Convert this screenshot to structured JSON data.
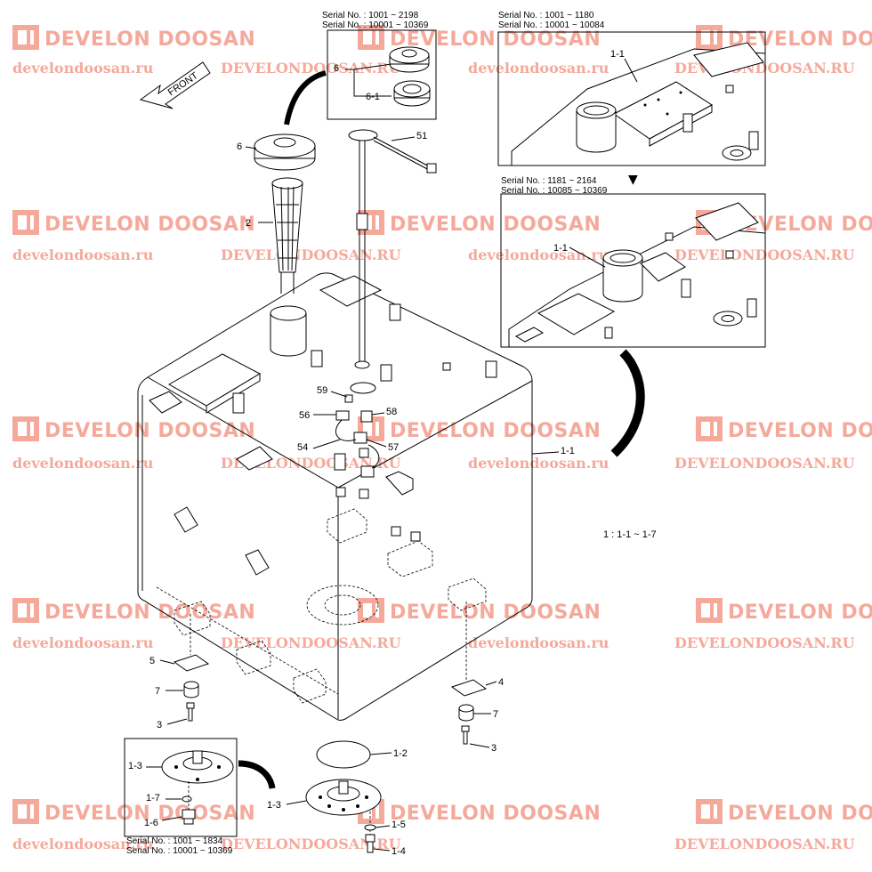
{
  "diagram": {
    "serial_boxes": {
      "top_center": [
        "Serial No. : 1001 ~ 2198",
        "Serial No. : 10001 ~ 10369"
      ],
      "top_right": [
        "Serial No. : 1001 ~ 1180",
        "Serial No. : 10001 ~ 10084"
      ],
      "mid_right": [
        "Serial No. : 1181 ~ 2164",
        "Serial No. : 10085 ~ 10369"
      ],
      "bottom_left": [
        "Serial No. : 1001 ~ 1834",
        "Serial No. : 10001 ~ 10369"
      ]
    },
    "front_label": "FRONT",
    "note": "1 : 1-1 ~ 1-7",
    "arrow_glyph": "▼",
    "callouts": {
      "c6_top": "6",
      "c6_1": "6-1",
      "c1_1_a": "1-1",
      "c1_1_b": "1-1",
      "c1_1_c": "1-1",
      "c6": "6",
      "c51": "51",
      "c2": "2",
      "c59": "59",
      "c56": "56",
      "c58": "58",
      "c54": "54",
      "c57": "57",
      "c5": "5",
      "c7_left": "7",
      "c3_left": "3",
      "c4": "4",
      "c7_right": "7",
      "c3_right": "3",
      "c1_2": "1-2",
      "c1_3_inset": "1-3",
      "c1_7": "1-7",
      "c1_6": "1-6",
      "c1_3": "1-3",
      "c1_5": "1-5",
      "c1_4": "1-4"
    }
  },
  "watermarks": {
    "brand": "DEVELON DOOSAN",
    "site_lower": "develondoosan.ru",
    "site_upper": "DEVELONDOOSAN.RU"
  },
  "colors": {
    "watermark": "#f29a8a",
    "line": "#000000"
  },
  "icons": {
    "logo": "develon-logo-icon",
    "front_arrow": "front-arrow-icon"
  }
}
